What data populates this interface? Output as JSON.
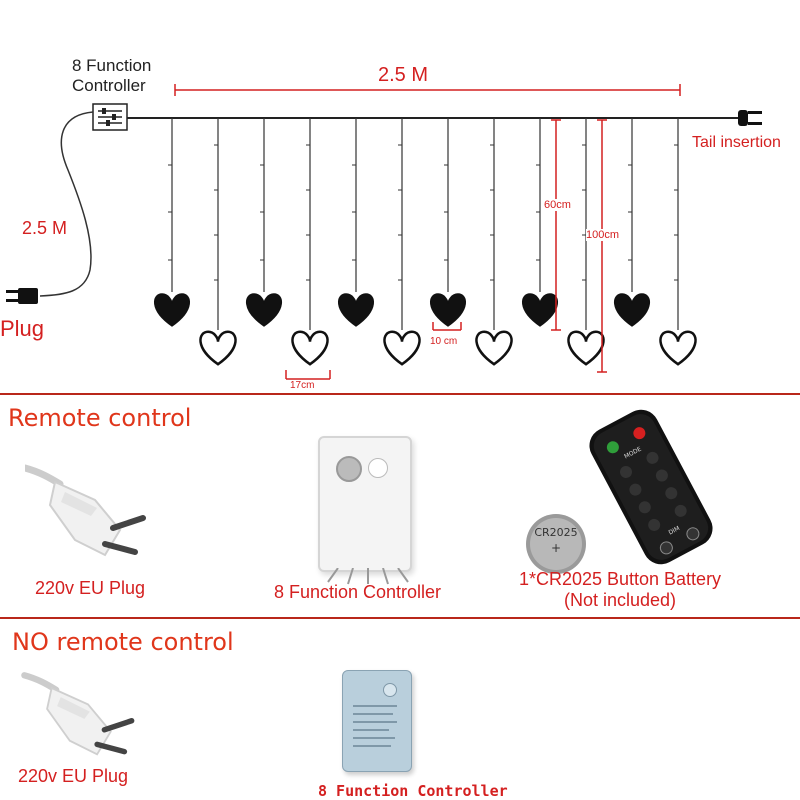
{
  "diagram": {
    "controller_label_line1": "8 Function",
    "controller_label_line2": "Controller",
    "main_length": "2.5 M",
    "cable_length": "2.5 M",
    "plug_label": "Plug",
    "tail_label": "Tail insertion",
    "dim_60": "60cm",
    "dim_100": "100cm",
    "dim_10": "10 cm",
    "dim_17": "17cm",
    "strand_count": 12
  },
  "remote_section": {
    "title": "Remote control",
    "plug_caption": "220v EU Plug",
    "controller_caption": "8 Function Controller",
    "battery_caption_line1": "1*CR2025 Button Battery",
    "battery_caption_line2": "(Not included)",
    "battery_print": "CR2025",
    "remote_labels": {
      "mode": "MODE",
      "dim": "DIM"
    }
  },
  "no_remote_section": {
    "title": "NO remote control",
    "plug_caption": "220v EU Plug",
    "controller_caption": "8 Function Controller"
  },
  "colors": {
    "accent_red": "#d42020",
    "title_orange": "#e0361b",
    "divider": "#b9271a",
    "controller_blue": "#b9cfdc"
  }
}
